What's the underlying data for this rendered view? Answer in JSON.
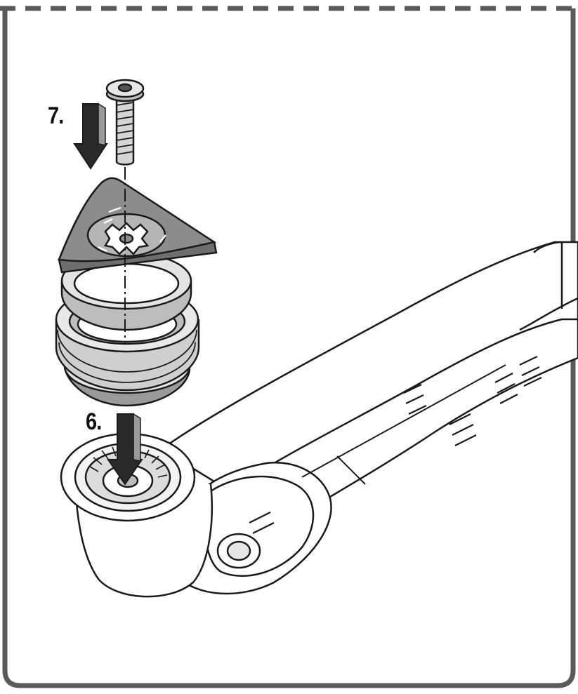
{
  "steps": [
    {
      "label": "7."
    },
    {
      "label": "6."
    }
  ],
  "parts": {
    "screw": "screw-icon",
    "sanding_pad": "triangular-sanding-pad",
    "adapter_rings": "adapter-rings",
    "tool": "oscillating-multi-tool"
  },
  "colors": {
    "line": "#1a1a1a",
    "pad_fill": "#8c8c8c",
    "ring_fill": "#cfcfcf",
    "ring_dark": "#6e6e6e",
    "frame": "#5a5a5a",
    "arrow_dark": "#2a2a2a",
    "arrow_light": "#9a9a9a"
  }
}
